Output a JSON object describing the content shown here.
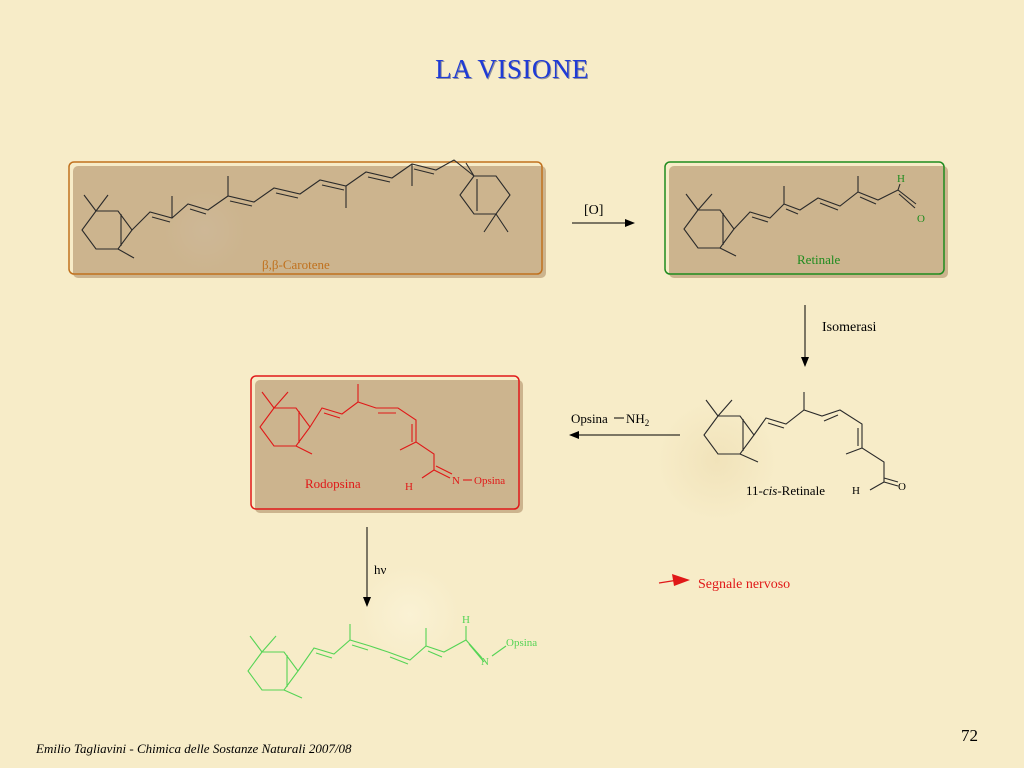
{
  "slide": {
    "title": "LA VISIONE",
    "footer": "Emilio Tagliavini - Chimica delle Sostanze Naturali 2007/08",
    "page_number": "72"
  },
  "colors": {
    "title": "#1f3bd6",
    "carotene": "#c0711e",
    "retinal": "#1e8b1e",
    "rhodopsin": "#e01818",
    "photo_product": "#55d455",
    "arrow_signal": "#e01818"
  },
  "molecules": {
    "carotene": {
      "label_beta1": "β",
      "label_sep": ",",
      "label_beta2": "β",
      "label_rest": "-Carotene"
    },
    "retinal": {
      "label": "Retinale",
      "atom_h": "H",
      "atom_o": "O"
    },
    "cis_retinal": {
      "label_prefix": "11-",
      "label_italic": "cis",
      "label_suffix": "-Retinale",
      "atom_h": "H",
      "atom_o": "O"
    },
    "rhodopsin": {
      "label": "Rodopsina",
      "atom_h": "H",
      "atom_n": "N",
      "substituent": "Opsina"
    },
    "photo_product": {
      "atom_h": "H",
      "atom_n": "N",
      "substituent": "Opsina"
    }
  },
  "arrows": {
    "oxidation": "[O]",
    "isomerase": "Isomerasi",
    "opsin_reagent": "Opsina",
    "opsin_nh": "NH",
    "opsin_sub": "2",
    "light": "hν",
    "signal": "Segnale nervoso"
  }
}
